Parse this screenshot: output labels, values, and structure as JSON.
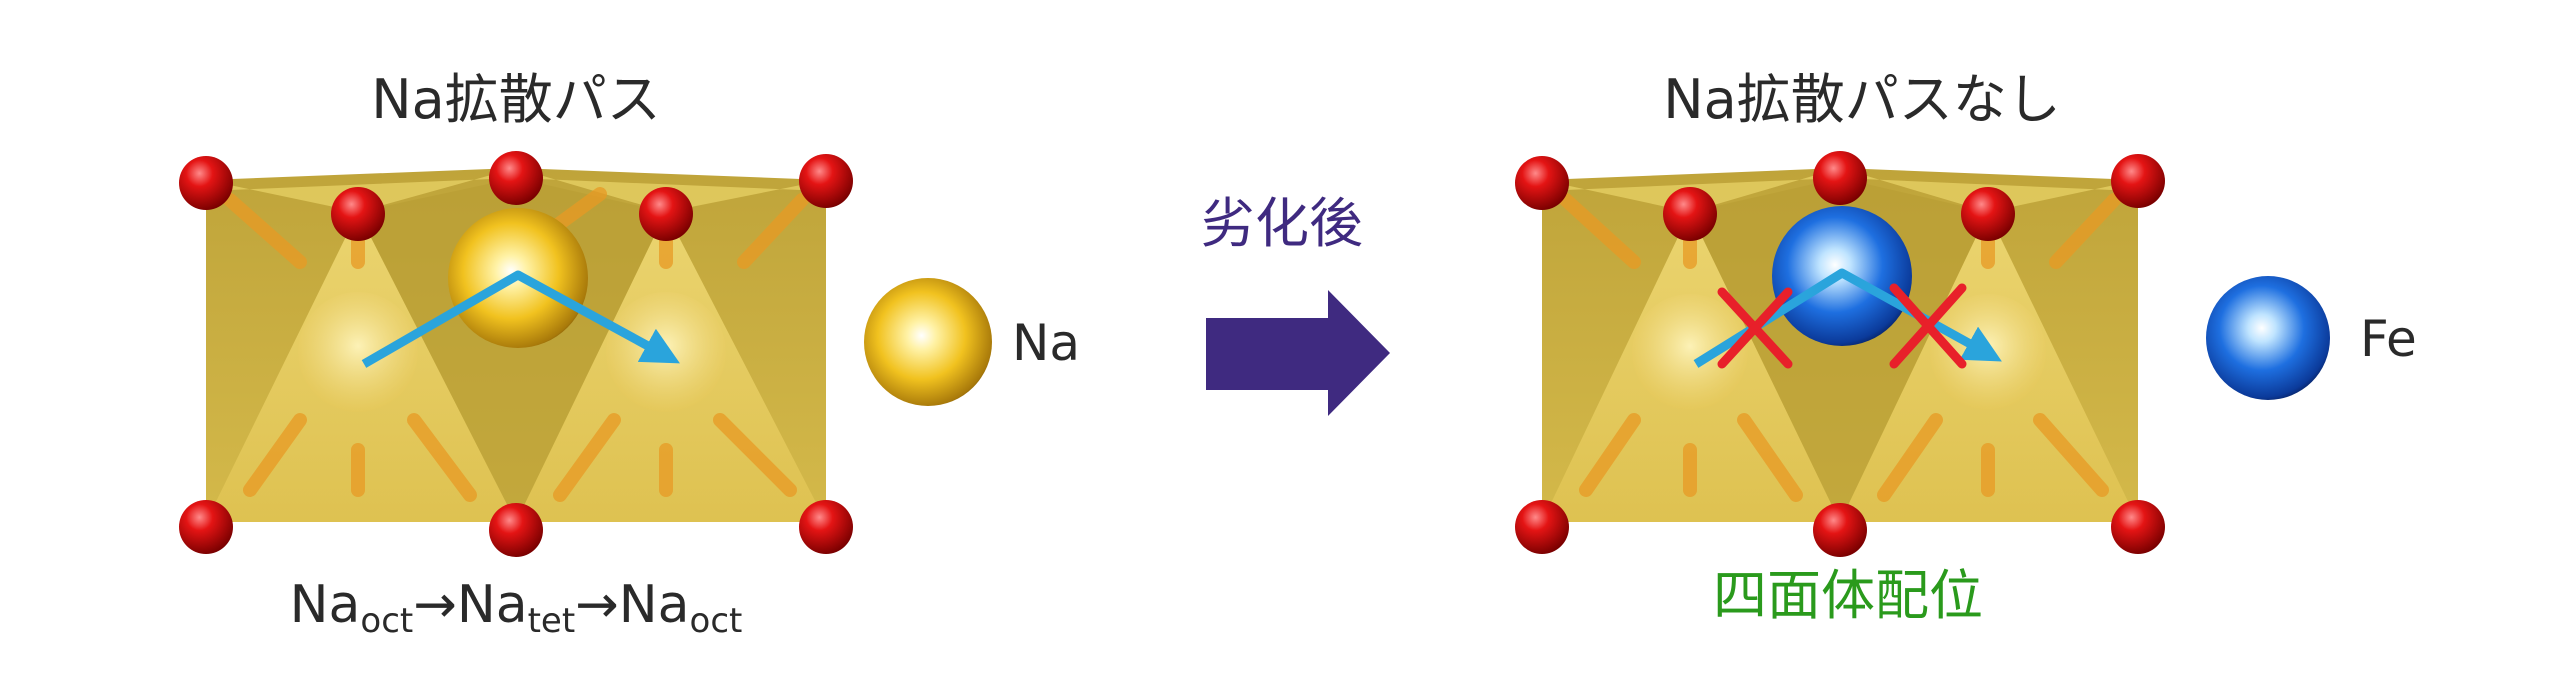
{
  "left_panel": {
    "title": "Na拡散パス",
    "path_label": {
      "p1": "Na",
      "s1": "oct",
      "arrow1": "→",
      "p2": "Na",
      "s2": "tet",
      "arrow2": "→",
      "p3": "Na",
      "s3": "oct"
    },
    "legend_label": "Na"
  },
  "transition": {
    "label": "劣化後"
  },
  "right_panel": {
    "title": "Na拡散パスなし",
    "caption": "四面体配位",
    "legend_label": "Fe"
  },
  "colors": {
    "polyhedron_gold": "#c8ac3c",
    "oxygen_red": "#d00c0c",
    "na_gold": "#f1c21f",
    "fe_blue": "#1e6fe0",
    "path_arrow_cyan": "#2aa4dc",
    "block_cross_red": "#e8202a",
    "transition_purple": "#3f2a80",
    "caption_green": "#2a9a1c",
    "text_dark": "#2a2a2a"
  },
  "icons": [
    "oxygen-atom-icon",
    "sodium-atom-icon",
    "iron-atom-icon",
    "diffusion-arrow-icon",
    "blocked-cross-icon",
    "right-arrow-icon"
  ]
}
